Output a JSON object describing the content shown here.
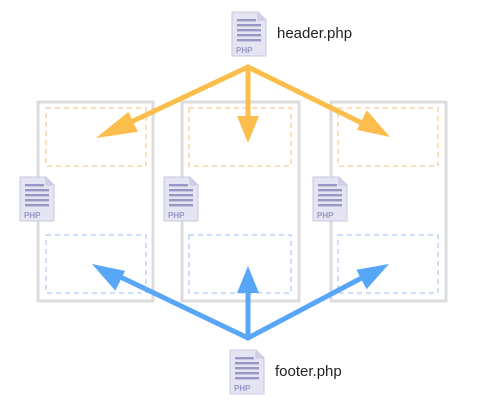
{
  "header_file": {
    "name": "header.php",
    "badge": "PHP"
  },
  "footer_file": {
    "name": "footer.php",
    "badge": "PHP"
  },
  "templates": [
    {
      "badge": "PHP"
    },
    {
      "badge": "PHP"
    },
    {
      "badge": "PHP"
    }
  ],
  "colors": {
    "header_arrow": "#fbbd4b",
    "footer_arrow": "#58a6f8",
    "header_region": "#fbd4a8",
    "footer_region": "#bcd4f6",
    "page_border": "#dcdcdc",
    "doc_icon_fill": "#e4e4f2",
    "doc_icon_lines": "#9898c6"
  }
}
